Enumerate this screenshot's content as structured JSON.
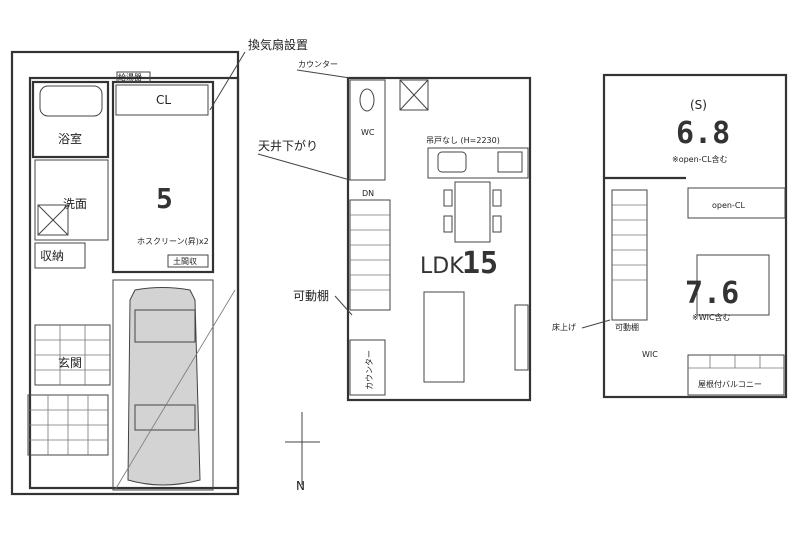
{
  "floor1": {
    "bath": "浴室",
    "washroom": "洗面",
    "storage": "収納",
    "entrance": "玄関",
    "closet": "CL",
    "water_heater": "給湯器",
    "room_size": "5",
    "hoscreen": "ホスクリーン(昇)x2",
    "doma": "土間収",
    "fan_callout": "換気扇設置"
  },
  "floor2": {
    "counter_callout": "カウンター",
    "ceiling_callout": "天井下がり",
    "shelf_callout": "可動棚",
    "wc": "WC",
    "dn": "DN",
    "no_cabinet": "吊戸なし (H=2230)",
    "ldk_label": "LDK",
    "ldk_size": "15",
    "counter_bottom": "カウンター"
  },
  "floor3": {
    "service_room": "(S)",
    "service_size": "6.8",
    "service_note": "※open-CL含む",
    "open_cl": "open-CL",
    "bedroom_size": "7.6",
    "bedroom_note": "※WIC含む",
    "wic": "WIC",
    "raised_floor": "床上げ",
    "shelf": "可動棚",
    "balcony": "屋根付バルコニー"
  },
  "compass": {
    "north": "N"
  }
}
